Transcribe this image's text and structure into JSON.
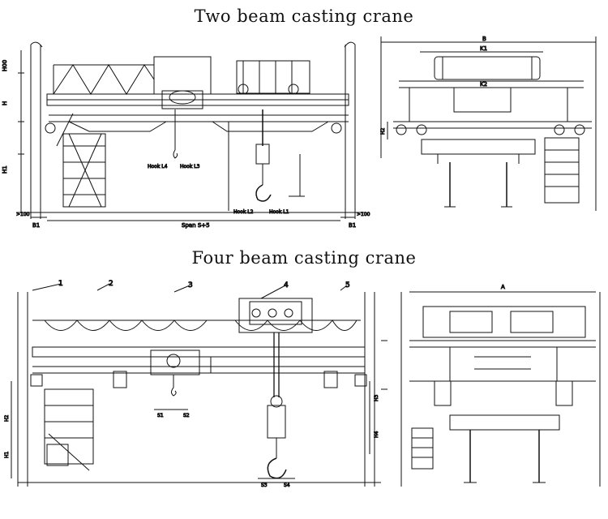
{
  "titles": {
    "two_beam": "Two beam casting crane",
    "four_beam": "Four beam casting crane"
  },
  "two_beam_side": {
    "dims_left": [
      "H00",
      "H",
      "H1"
    ],
    "labels": [
      "Hook L4",
      "Hook L3",
      "Hook L2",
      "Hook L1"
    ],
    "span": "Span S+5",
    "left_clear": ">100",
    "right_clear": ">100",
    "b1_left": "B1",
    "b1_right": "B1"
  },
  "two_beam_end": {
    "top": "B",
    "k1": "K1",
    "k2": "K2",
    "h2": "H2"
  },
  "four_beam_side": {
    "callouts": [
      "1",
      "2",
      "3",
      "4",
      "5"
    ],
    "s1": "S1",
    "s2": "S2",
    "s3": "S3",
    "s4": "S4",
    "h_left": [
      "H2",
      "H1"
    ],
    "h_right": [
      "H3",
      "H4"
    ]
  },
  "four_beam_end": {
    "top": "A"
  }
}
